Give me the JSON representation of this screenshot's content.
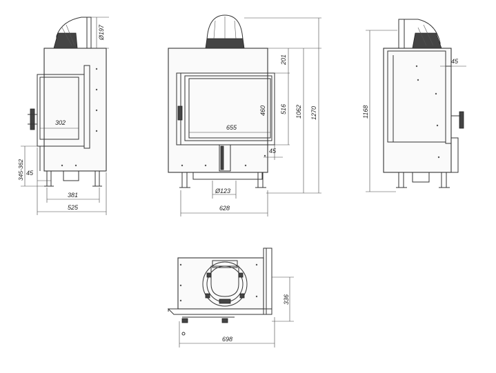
{
  "dimensions": {
    "side_left": {
      "flue_dia": "Ø197",
      "door_width": "302",
      "base_height": "345-362",
      "leg_offset": "45",
      "leg_span": "381",
      "total_depth": "525"
    },
    "front": {
      "top_height": "201",
      "door_height": "460",
      "door_frame_height": "516",
      "height_mid": "1062",
      "total_height": "1270",
      "door_width": "655",
      "bottom_offset": "45",
      "air_inlet_dia": "Ø123",
      "total_width": "628"
    },
    "side_right": {
      "offset": "45",
      "total_height": "1168"
    },
    "top_view": {
      "depth": "336",
      "width": "698"
    }
  }
}
